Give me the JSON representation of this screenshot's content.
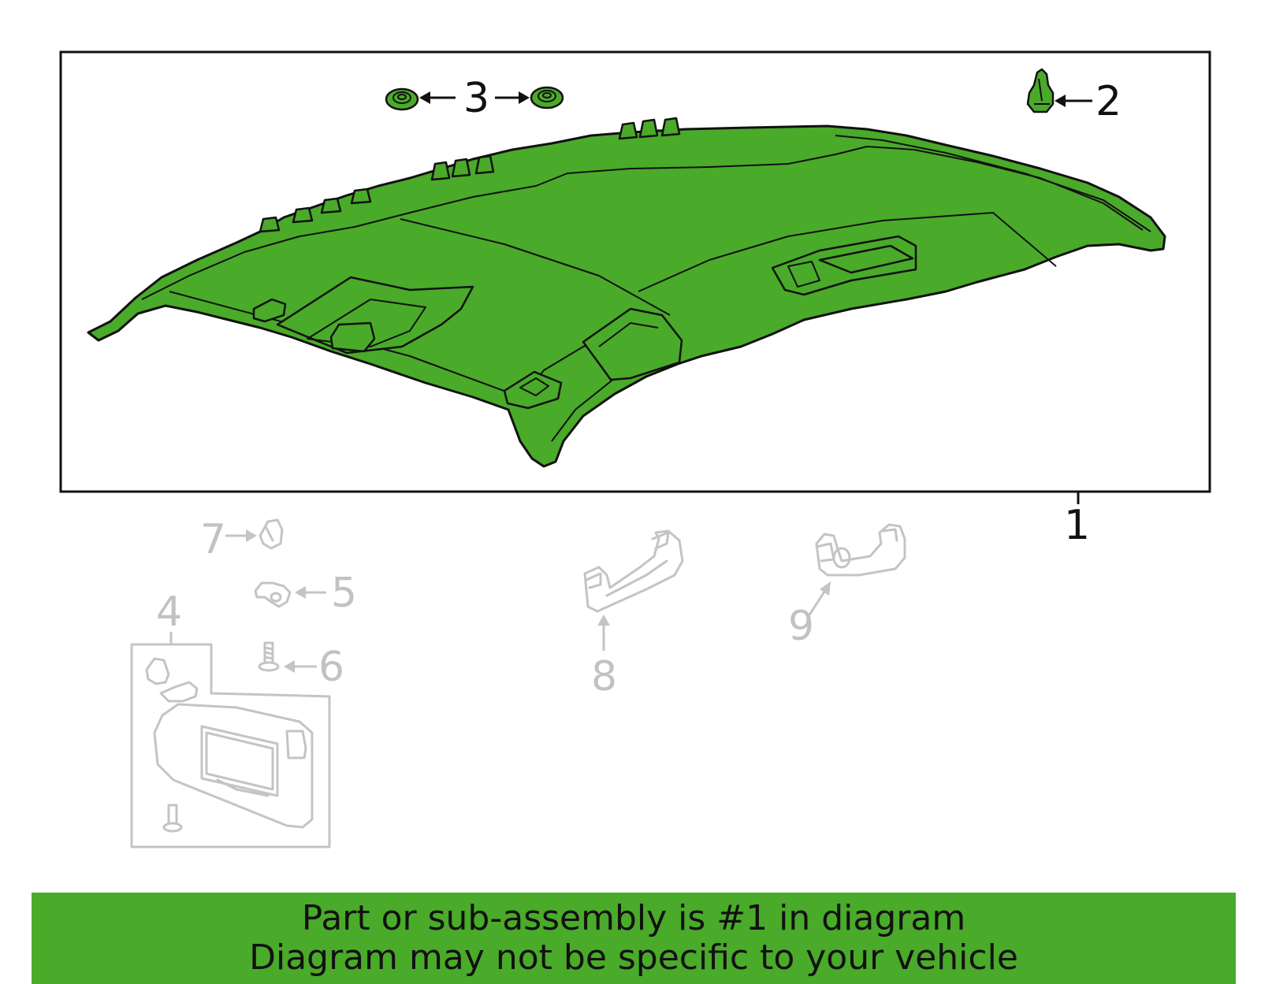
{
  "callouts": {
    "c1": "1",
    "c2": "2",
    "c3": "3",
    "c4": "4",
    "c5": "5",
    "c6": "6",
    "c7": "7",
    "c8": "8",
    "c9": "9"
  },
  "footer": {
    "line1": "Part or sub-assembly is #1 in diagram",
    "line2": "Diagram may not be specific to your vehicle"
  },
  "colors": {
    "highlight": "#4aaa2a",
    "outline": "#111111",
    "faded": "#c4c4c4"
  }
}
